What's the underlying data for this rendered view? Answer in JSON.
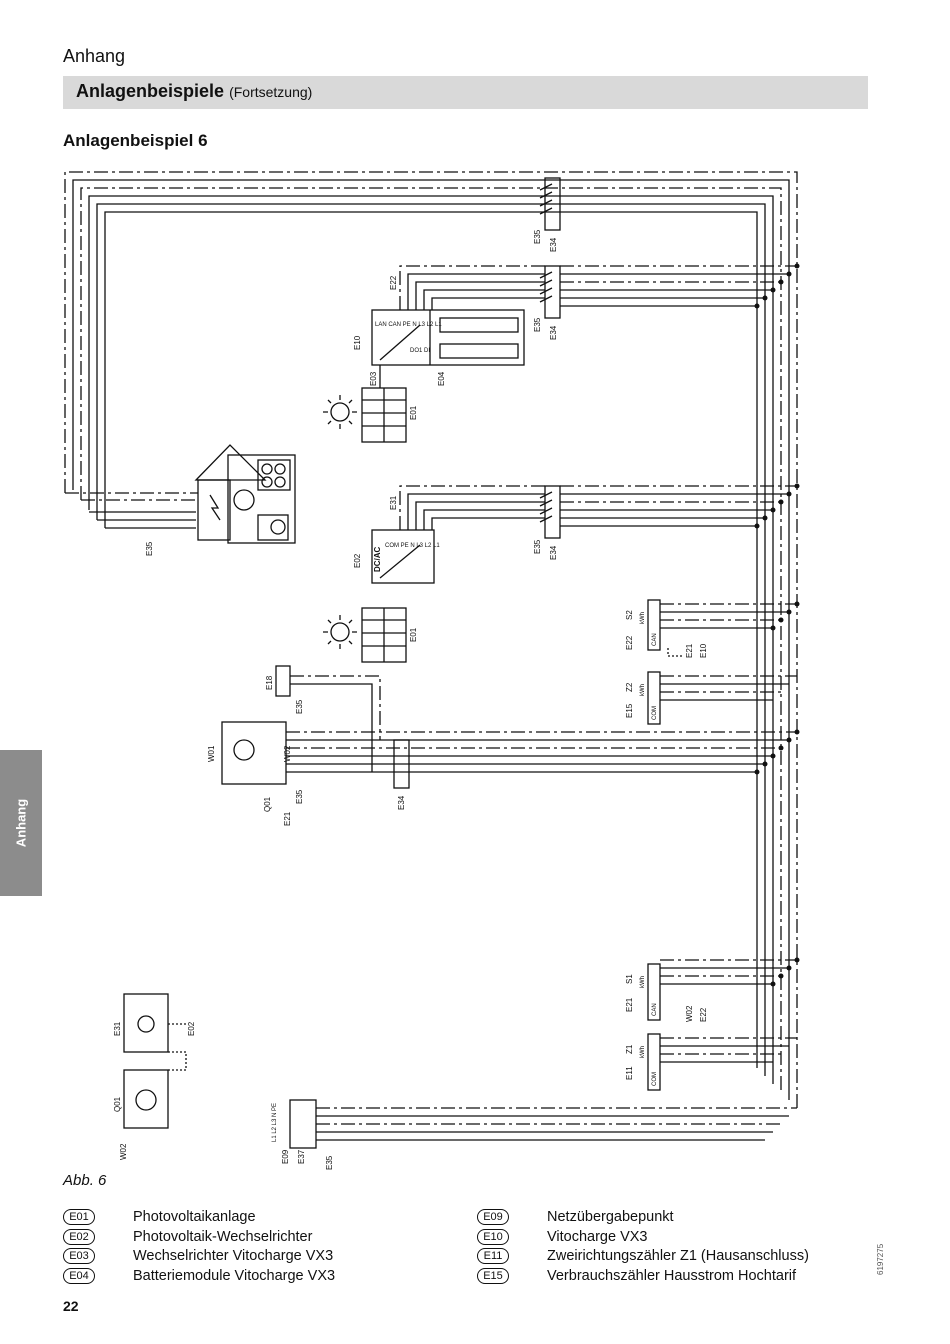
{
  "header": {
    "section": "Anhang",
    "title": "Anlagenbeispiele",
    "subtitle": "(Fortsetzung)"
  },
  "example_title": "Anlagenbeispiel 6",
  "side_tab": "Anhang",
  "figure_caption": "Abb. 6",
  "page_number": "22",
  "doc_id": "6197275",
  "diagram_labels": {
    "e22_top": "E22",
    "e10": "E10",
    "e03": "E03",
    "e04": "E04",
    "e01_top": "E01",
    "e35_top1": "E35",
    "e34_top1": "E34",
    "e35_top2": "E35",
    "e34_top2": "E34",
    "e35_house": "E35",
    "e31": "E31",
    "e02": "E02",
    "dcac": "DC/AC",
    "e01_mid": "E01",
    "e35_mid": "E35",
    "e34_mid": "E34",
    "s2": "S2",
    "e22_s2": "E22",
    "kwh_s2": "kWh",
    "can_s2": "CAN",
    "e21_s2": "E21",
    "e10_s2": "E10",
    "z2": "Z2",
    "e15_z2": "E15",
    "kwh_z2": "kWh",
    "com_z2": "COM",
    "e18": "E18",
    "e35_e18": "E35",
    "w01": "W01",
    "w02": "W02",
    "e35_w": "E35",
    "q01": "Q01",
    "e21_q": "E21",
    "e34_bottom": "E34",
    "s1": "S1",
    "e21_s1": "E21",
    "kwh_s1": "kWh",
    "can_s1": "CAN",
    "w02_s1": "W02",
    "e22_s1": "E22",
    "z1": "Z1",
    "e11_z1": "E11",
    "kwh_z1": "kWh",
    "com_z1": "COM",
    "e31_small": "E31",
    "e02_small": "E02",
    "q01_small": "Q01",
    "w02_small": "W02",
    "e09": "E09",
    "e37": "E37",
    "e35_bottom": "E35",
    "terminal_top": "LAN CAN PE N L3 L2 L1",
    "terminal_mid": "COM PE N L3 L2 L1",
    "do1_di": "DO1 DI",
    "grid_terms": "L1 L2 L3 N PE"
  },
  "legend_left": [
    {
      "code": "E01",
      "text": "Photovoltaikanlage"
    },
    {
      "code": "E02",
      "text": "Photovoltaik-Wechselrichter"
    },
    {
      "code": "E03",
      "text": "Wechselrichter Vitocharge VX3"
    },
    {
      "code": "E04",
      "text": "Batteriemodule Vitocharge VX3"
    }
  ],
  "legend_right": [
    {
      "code": "E09",
      "text": "Netzübergabepunkt"
    },
    {
      "code": "E10",
      "text": "Vitocharge VX3"
    },
    {
      "code": "E11",
      "text": "Zweirichtungszähler Z1 (Hausanschluss)"
    },
    {
      "code": "E15",
      "text": "Verbrauchszähler Hausstrom Hochtarif"
    }
  ]
}
